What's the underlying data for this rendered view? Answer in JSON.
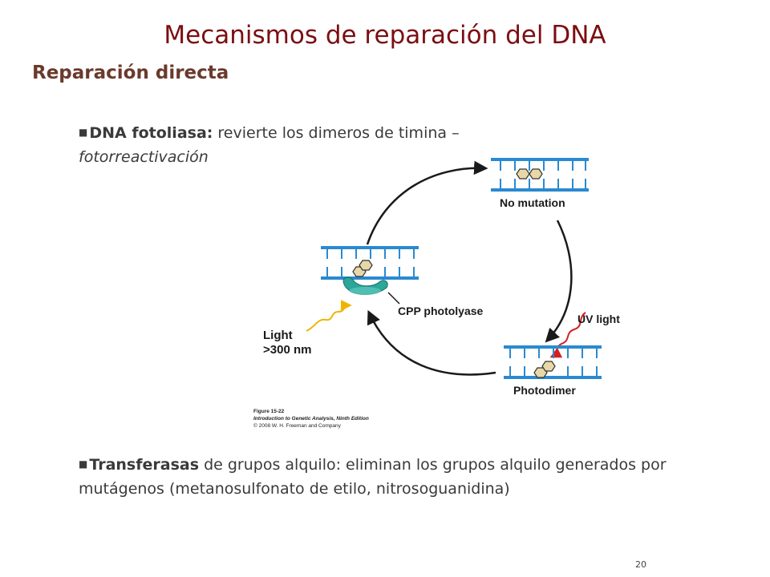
{
  "title": "Mecanismos de reparación del DNA",
  "subtitle": "Reparación directa",
  "bullet1": {
    "marker": "■",
    "term": "DNA fotoliasa:",
    "text": " revierte los dimeros de timina –",
    "italic": "fotorreactivación"
  },
  "figure": {
    "labels": {
      "no_mutation": "No mutation",
      "uv_light": "UV light",
      "photodimer": "Photodimer",
      "cpp_photolyase": "CPP photolyase",
      "light_line1": "Light",
      "light_line2": ">300 nm"
    },
    "caption": {
      "line1": "Figure 15-22",
      "line2": "Introduction to Genetic Analysis, Ninth Edition",
      "line3": "© 2008 W. H. Freeman and Company"
    },
    "colors": {
      "dna": "#2a8ad0",
      "arrow": "#1a1a1a",
      "uv": "#d42020",
      "light": "#f0b400",
      "enzyme": "#2aa69a",
      "dimer": "#e8d8a8"
    }
  },
  "bullet2": {
    "marker": "■",
    "term": "Transferasas",
    "text": " de grupos alquilo: eliminan los grupos alquilo generados por mutágenos (metanosulfonato de etilo, nitrosoguanidina)"
  },
  "page_number": "20"
}
